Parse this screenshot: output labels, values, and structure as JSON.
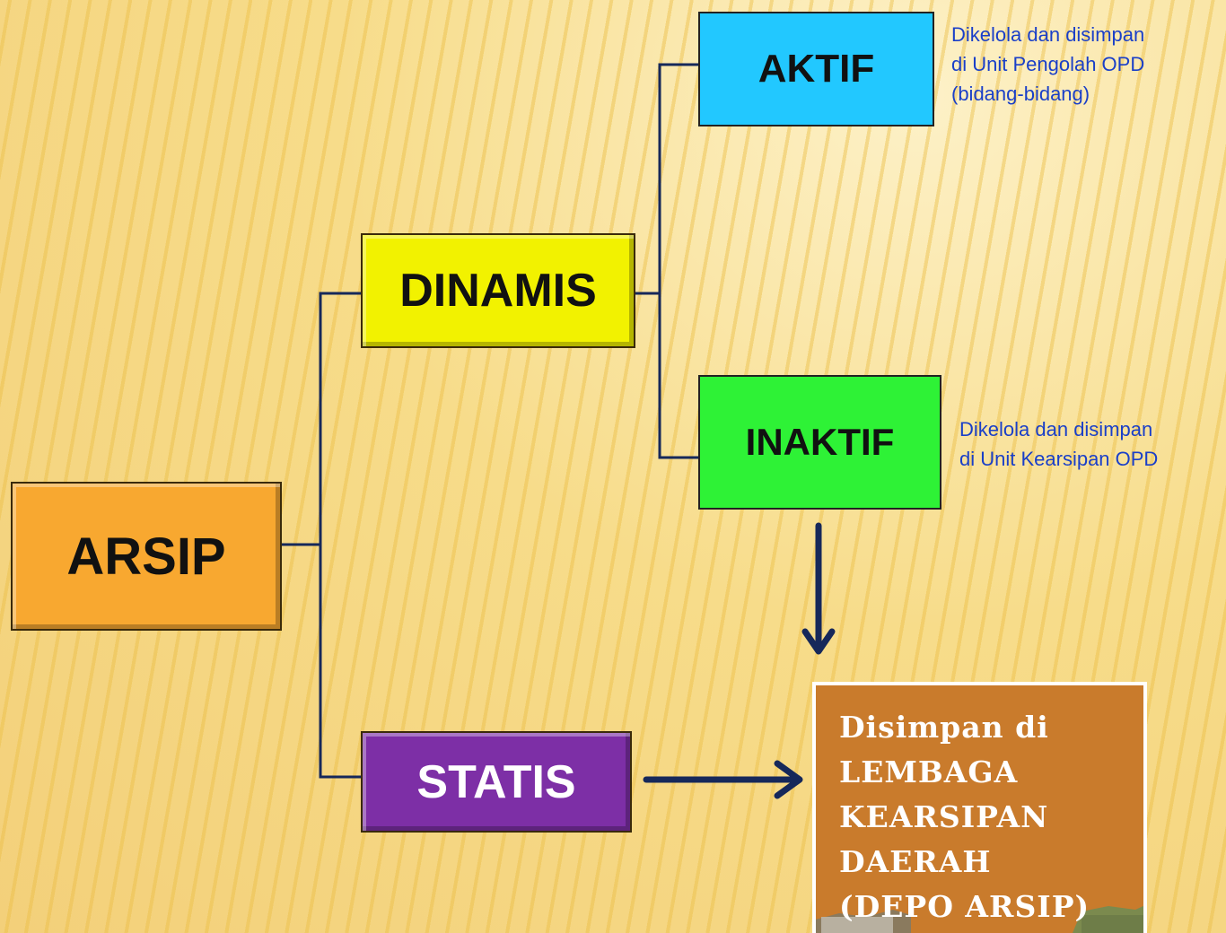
{
  "nodes": {
    "arsip": "ARSIP",
    "dinamis": "DINAMIS",
    "statis": "STATIS",
    "aktif": "AKTIF",
    "inaktif": "INAKTIF"
  },
  "notes": {
    "aktif": [
      "Dikelola dan disimpan",
      "di Unit Pengolah OPD",
      "(bidang-bidang)"
    ],
    "inaktif": [
      "Dikelola dan disimpan",
      "di Unit Kearsipan OPD"
    ]
  },
  "depo": {
    "lines": [
      "Disimpan di",
      "LEMBAGA",
      "KEARSIPAN",
      "DAERAH",
      "(DEPO ARSIP)"
    ]
  },
  "colors": {
    "connector": "#16285a",
    "arsip": "#f8a830",
    "dinamis": "#f2f200",
    "statis": "#7d2fa6",
    "aktif": "#22c8ff",
    "inaktif": "#2ef236",
    "depo": "#c97b2c",
    "note_text": "#1a3fc8"
  }
}
